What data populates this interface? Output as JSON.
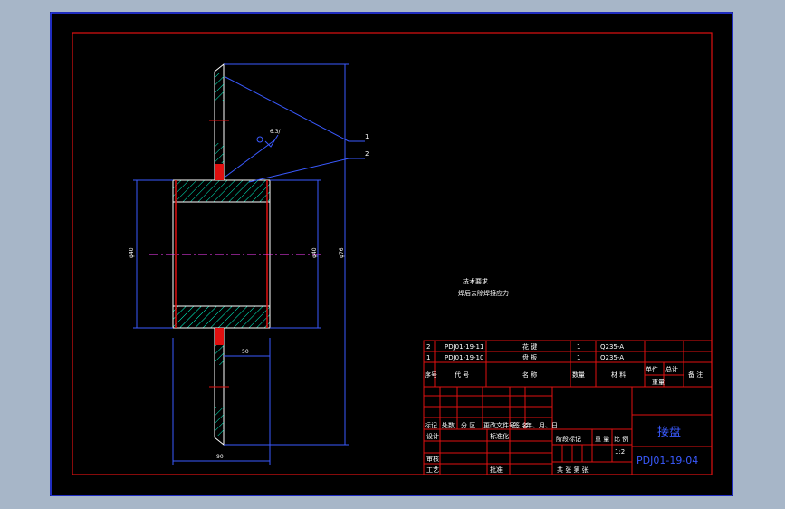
{
  "colors": {
    "background": "#a7b6c8",
    "sheet": "#000000",
    "outer_border": "#2a3cff",
    "frame": "#e01010",
    "dimension": "#3a5aff",
    "outline": "#ffffff",
    "center": "#ff3fff",
    "hatch": "#00ffcc"
  },
  "part": {
    "leader_labels": [
      "1",
      "2"
    ],
    "surface_finish": "6.3/",
    "dimensions": {
      "bore": "φ40",
      "outer_hub": "φ40",
      "height": "φ76",
      "flange": "50",
      "width": "90"
    }
  },
  "notes": {
    "title": "技术要求",
    "line1": "焊后去除焊接应力"
  },
  "bom": {
    "rows": [
      {
        "no": "2",
        "code": "PDJ01-19-11",
        "name": "花  键",
        "qty": "1",
        "material": "Q235-A"
      },
      {
        "no": "1",
        "code": "PDJ01-19-10",
        "name": "盘  板",
        "qty": "1",
        "material": "Q235-A"
      }
    ],
    "header": {
      "no": "序号",
      "code": "代  号",
      "name": "名  称",
      "qty": "数量",
      "material": "材  料",
      "unit_weight": "单件",
      "total_weight": "总计",
      "weight": "重量",
      "remarks": "备 注"
    }
  },
  "title_block": {
    "rev_marks": "标记",
    "rev_count": "处数",
    "rev_zone": "分 区",
    "rev_doc": "更改文件号",
    "rev_sign": "签 名",
    "rev_date": "年、月、日",
    "design": "设计",
    "standard": "标准化",
    "check": "审核",
    "process": "工艺",
    "approve": "批准",
    "stage": "阶段标记",
    "weight": "重 量",
    "scale_label": "比 例",
    "scale": "1:2",
    "sheets": "共  张  第  张",
    "part_name": "接盘",
    "drawing_no": "PDJ01-19-04"
  }
}
